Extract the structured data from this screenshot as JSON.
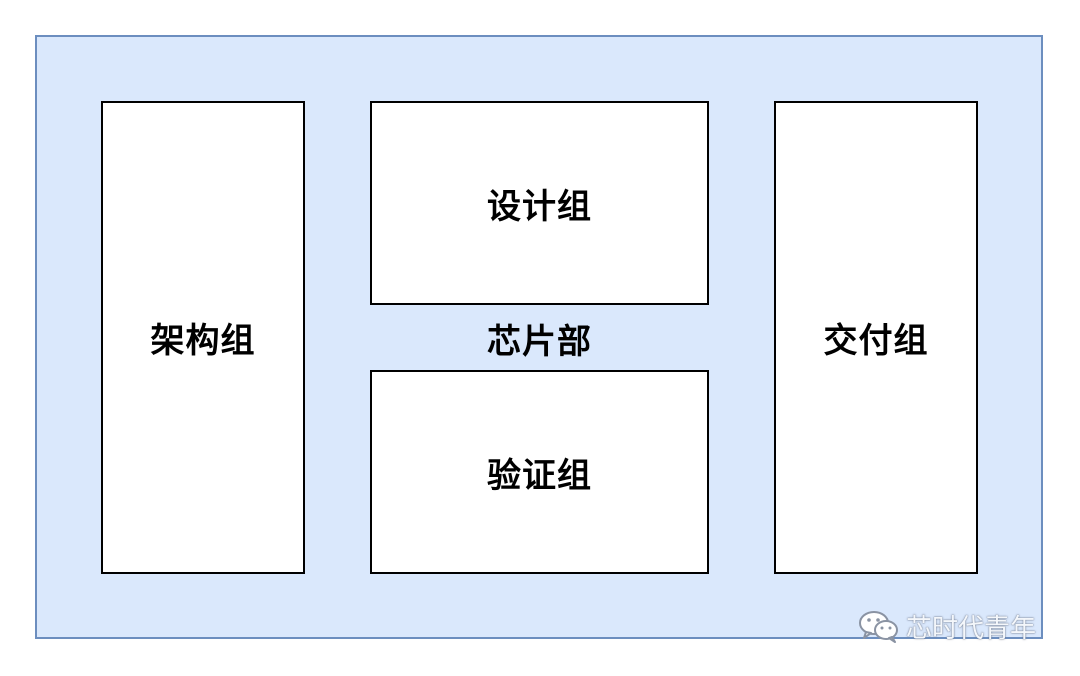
{
  "department": {
    "label": "芯片部",
    "fill_color": "#dae8fc",
    "border_color": "#6c8ebf"
  },
  "groups": {
    "architecture": "架构组",
    "design": "设计组",
    "verification": "验证组",
    "delivery": "交付组"
  },
  "watermark": {
    "icon": "wechat-icon",
    "text": "芯时代青年"
  }
}
